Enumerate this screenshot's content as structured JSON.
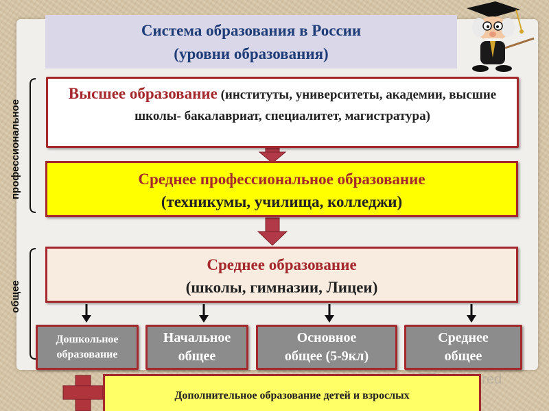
{
  "title": {
    "line1": "Система образования в России",
    "line2": "(уровни образования)"
  },
  "side_labels": {
    "professional": "профессиональное",
    "general": "общее"
  },
  "higher": {
    "lead": "Высшее образование",
    "detail": " (институты, университеты, академии, высшие школы- бакалавриат, специалитет, магистратура)"
  },
  "secondary_professional": {
    "line1": "Среднее профессиональное образование",
    "line2": "(техникумы, училища, колледжи)"
  },
  "secondary": {
    "line1": "Среднее  образование",
    "line2": "(школы, гимназии, Лицеи)"
  },
  "sub_levels": [
    {
      "line1": "Дошкольное",
      "line2": "образование"
    },
    {
      "line1": "Начальное",
      "line2": "общее"
    },
    {
      "line1": "Основное",
      "line2": "общее (5-9кл)"
    },
    {
      "line1": "Среднее",
      "line2": "общее"
    }
  ],
  "additional": "Дополнительное образование детей и взрослых",
  "colors": {
    "accent_red": "#a4282c",
    "title_blue": "#1f3d78",
    "yellow": "#ffff00",
    "gray_box": "#8c8c8c"
  }
}
